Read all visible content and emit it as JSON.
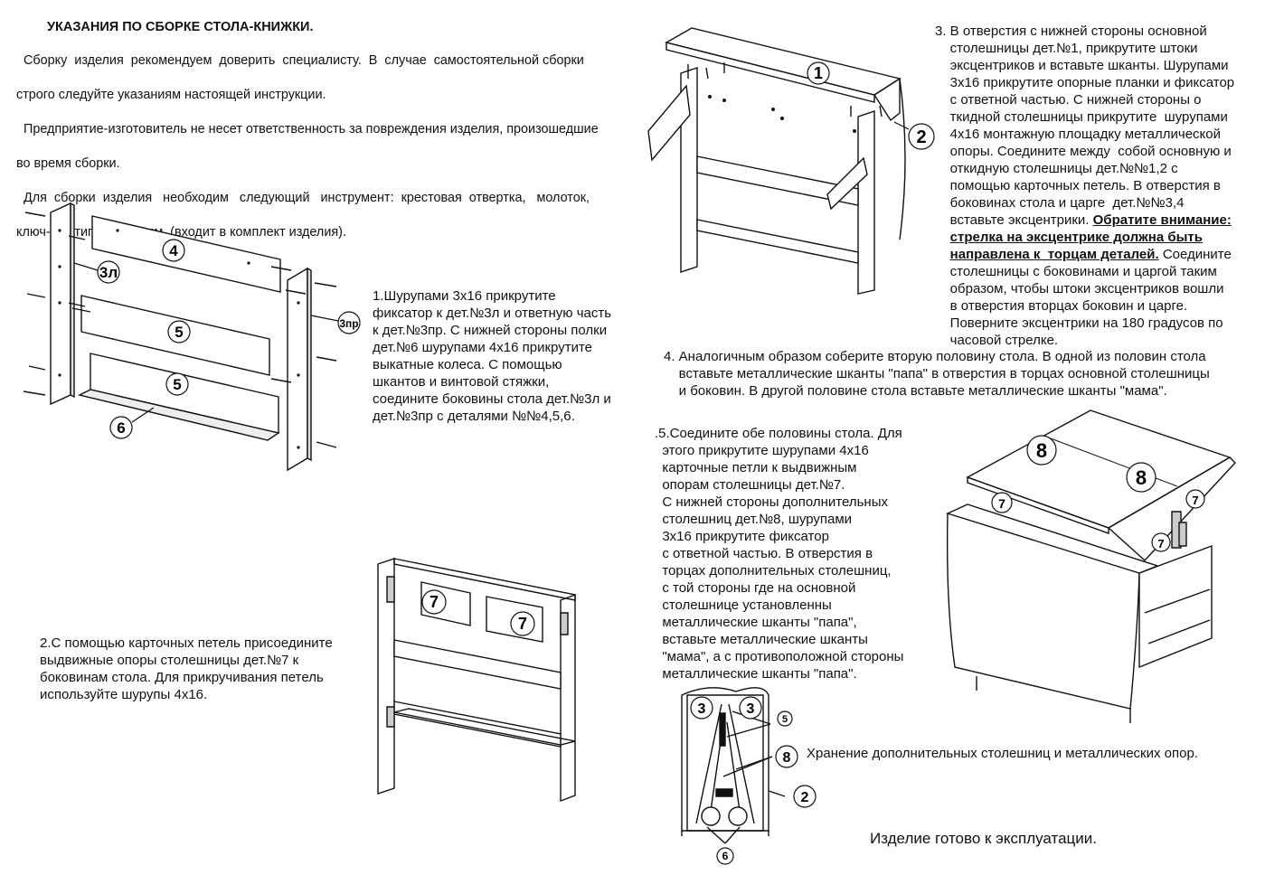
{
  "document": {
    "title": "УКАЗАНИЯ ПО СБОРКЕ  СТОЛА-КНИЖКИ.",
    "intro": [
      "  Сборку  изделия  рекомендуем  доверить  специалисту.  В  случае  самостоятельной сборки",
      "строго следуйте указаниям настоящей инструкции.",
      "  Предприятие-изготовитель не несет ответственность за повреждения изделия, произошедшие",
      "во время сборки.",
      "  Для  сборки  изделия   необходим   следующий   инструмент:  крестовая  отвертка,   молоток,",
      "ключ-шестигранник 4мм  (входит в комплект изделия)."
    ],
    "step1": "1.Шурупами 3х16 прикрутите\n  фиксатор к дет.№3л и  ответную часть\n  к дет.№3пр. С нижней стороны полки\n  дет.№6 шурупами 4х16 прикрутите\n  выкатные колеса. С помощью\n  шкантов и винтовой стяжки,\n  соедините боковины стола дет.№3л и\n  дет.№3пр с деталями №№4,5,6.",
    "step2": "2.С помощью карточных петель присоедините\n   выдвижные опоры столешницы дет.№7 к\n   боковинам стола. Для прикручивания петель\n   используйте шурупы 4х16.",
    "step3_a": "3. В отверстия с нижней стороны основной\n    столешницы дет.№1, прикрутите штоки\n    эксцентриков и вставьте шканты. Шурупами\n    3х16 прикрутите опорные планки и фиксатор\n    с ответной частью. С нижней стороны о\n    ткидной столешницы прикрутите  шурупами\n    4х16 монтажную площадку металлической\n    опоры. Соедините между  собой основную и\n    откидную столешницы дет.№№1,2 с\n    помощью карточных петель. В отверстия в\n    боковинах стола и царге  дет.№№3,4\n    вставьте эксцентрики. ",
    "step3_warn1": "Обратите внимание:",
    "step3_warn2": "стрелка на эксцентрике должна быть",
    "step3_warn3": "направлена к  торцам деталей.",
    "step3_b": " Соедините",
    "step3_c": "    столешницы с боковинами и царгой таким\n    образом, чтобы штоки эксцентриков вошли\n    в отверстия вторцах боковин и царге.\n    Поверните эксцентрики на 180 градусов по\n    часовой стрелке.",
    "step4": "4. Аналогичным образом соберите вторую половину стола. В одной из половин стола\n    вставьте металлические шканты \"папа\" в отверстия в торцах основной столешницы\n    и боковин. В другой половине стола вставьте металлические шканты \"мама\".",
    "step5": ".5.Соедините обе половины стола. Для\n  этого прикрутите шурупами 4х16\n  карточные петли к выдвижным\n  опорам столешницы дет.№7.\n  С нижней стороны дополнительных\n  столешниц дет.№8, шурупами\n  3х16 прикрутите фиксатор\n  с ответной частью. В отверстия в\n  торцах дополнительных столешниц,\n  с той стороны где на основной\n  столешнице установленны\n  металлические шканты \"папа\",\n  вставьте металлические шканты\n  \"мама\", а с противоположной стороны\n  металлические шканты \"папа\".",
    "storage": "Хранение дополнительных столешниц и металлических опор.",
    "ready": "Изделие готово к эксплуатации."
  },
  "labels": {
    "p1": "1",
    "p2": "2",
    "p3l": "3л",
    "p3p": "3пр",
    "p4": "4",
    "p5": "5",
    "p6": "6",
    "p7": "7",
    "p8": "8",
    "p3": "3"
  }
}
